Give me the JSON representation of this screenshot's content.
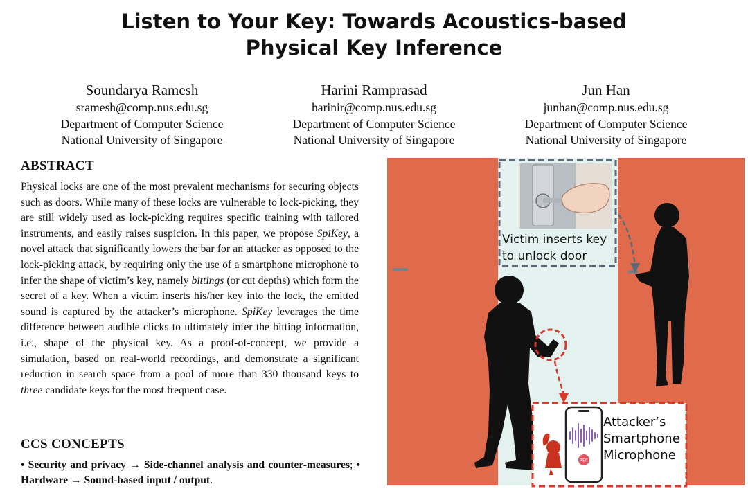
{
  "paper": {
    "title_line1": "Listen to Your Key: Towards Acoustics-based",
    "title_line2": "Physical Key Inference",
    "authors": [
      {
        "name": "Soundarya Ramesh",
        "email": "sramesh@comp.nus.edu.sg",
        "department": "Department of Computer Science",
        "university": "National University of Singapore"
      },
      {
        "name": "Harini Ramprasad",
        "email": "harinir@comp.nus.edu.sg",
        "department": "Department of Computer Science",
        "university": "National University of Singapore"
      },
      {
        "name": "Jun Han",
        "email": "junhan@comp.nus.edu.sg",
        "department": "Department of Computer Science",
        "university": "National University of Singapore"
      }
    ],
    "abstract": {
      "heading": "ABSTRACT",
      "part1": "Physical locks are one of the most prevalent mechanisms for securing objects such as doors. While many of these locks are vulnerable to lock-picking, they are still widely used as lock-picking requires specific training with tailored instruments, and easily raises suspicion. In this paper, we propose ",
      "spikey": "SpiKey",
      "part2": ", a novel attack that significantly lowers the bar for an attacker as opposed to the lock-picking attack, by requiring only the use of a smartphone microphone to infer the shape of victim’s key, namely ",
      "bittings": "bittings",
      "part3": " (or cut depths) which form the secret of a key. When a victim inserts his/her key into the lock, the emitted sound is captured by the attacker’s microphone. ",
      "spikey2": "SpiKey",
      "part4": " leverages the time difference between audible clicks to ultimately infer the bitting information, i.e., shape of the physical key. As a proof-of-concept, we provide a simulation, based on real-world recordings, and demonstrate a significant reduction in search space from a pool of more than 330 thousand keys to ",
      "three": "three",
      "part5": " candidate keys for the most frequent case."
    },
    "ccs": {
      "heading": "CCS CONCEPTS",
      "bullet1": "•",
      "cat1": "Security and privacy",
      "arrow1": " → ",
      "sub1": "Side-channel analysis and counter-measures",
      "sep": "; ",
      "bullet2": "•",
      "cat2": "Hardware",
      "arrow2": " → ",
      "sub2": "Sound-based input / output",
      "end": "."
    }
  },
  "figure": {
    "victim_label_line1": "Victim inserts key",
    "victim_label_line2": "to unlock door",
    "attacker_label_line1": "Attacker’s",
    "attacker_label_line2": "Smartphone",
    "attacker_label_line3": "Microphone",
    "rec_button_text": "REC",
    "colors": {
      "door": "#e06a4c",
      "doorway": "#e4f2ef",
      "silhouette": "#111111",
      "dashed_gray": "#5a6a78",
      "dashed_red": "#d93a2b",
      "waveform": "#8a5db8",
      "rec_button": "#e05262"
    }
  }
}
